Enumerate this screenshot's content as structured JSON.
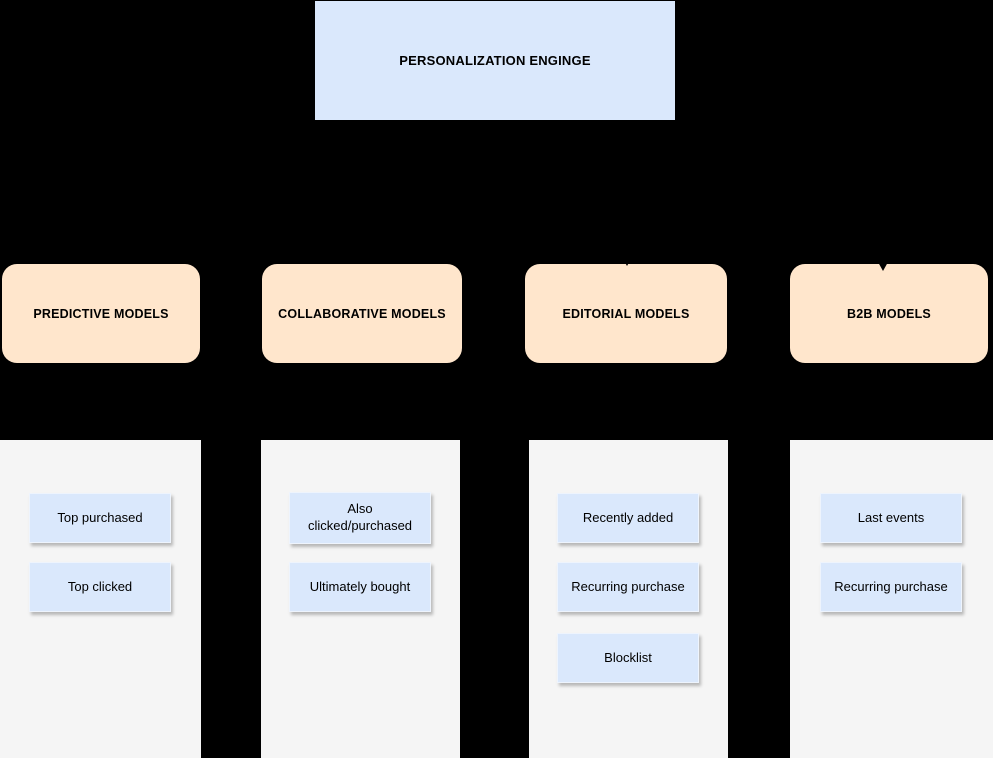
{
  "diagram": {
    "root": "PERSONALIZATION ENGINGE",
    "columns": [
      {
        "header": "PREDICTIVE MODELS",
        "items": [
          "Top purchased",
          "Top clicked"
        ]
      },
      {
        "header": "COLLABORATIVE MODELS",
        "items": [
          "Also clicked/purchased",
          "Ultimately bought"
        ]
      },
      {
        "header": "EDITORIAL MODELS",
        "items": [
          "Recently added",
          "Recurring purchase",
          "Blocklist"
        ]
      },
      {
        "header": "B2B MODELS",
        "items": [
          "Last events",
          "Recurring purchase"
        ]
      }
    ],
    "colors": {
      "background": "#000000",
      "blue_node_fill": "#dae8fc",
      "peach_node_fill": "#ffe6cc",
      "column_fill": "#f5f5f5",
      "arrow": "#000000",
      "text": "#000000"
    }
  }
}
